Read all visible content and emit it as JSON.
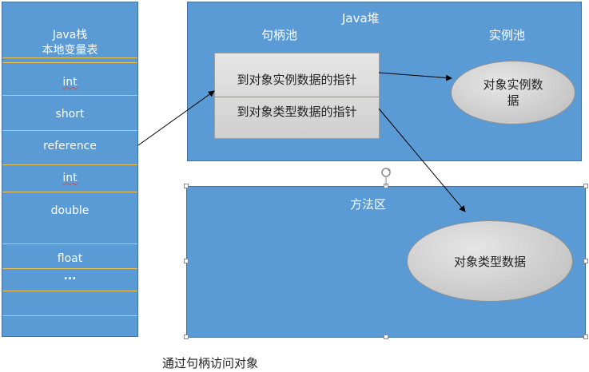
{
  "stack": {
    "title_line1": "Java栈",
    "title_line2": "本地变量表",
    "rows": [
      "int",
      "short",
      "reference",
      "int",
      "double",
      "float",
      "..."
    ]
  },
  "heap": {
    "title": "Java堆",
    "handle_pool_label": "句柄池",
    "instance_pool_label": "实例池",
    "handle_box": {
      "row1": "到对象实例数据的指针",
      "row2": "到对象类型数据的指针"
    },
    "instance_data": "对象实例数\n据"
  },
  "method_area": {
    "title": "方法区",
    "type_data": "对象类型数据"
  },
  "caption": "通过句柄访问对象",
  "colors": {
    "region_fill": "#5b9bd5",
    "row_divider": "#f0c34a",
    "ellipse_fill": "#c8c8c8",
    "arrow": "#000000"
  }
}
